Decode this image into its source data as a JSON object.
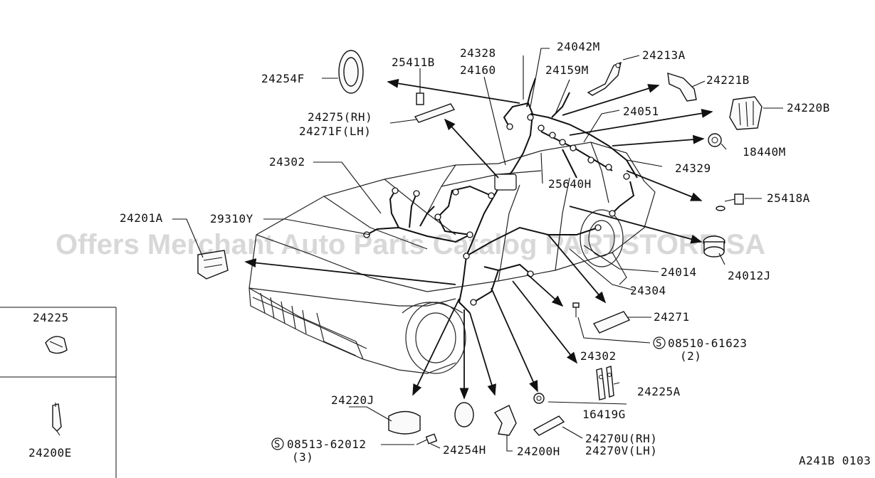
{
  "watermark": "Offers Merchant Auto Parts Catalog PARTSTORE.SA",
  "figure_code": "A241B 0103",
  "labels": {
    "p24254F": "24254F",
    "p25411B": "25411B",
    "p24328": "24328",
    "p24160": "24160",
    "p24042M": "24042M",
    "p24213A": "24213A",
    "p24159M": "24159M",
    "p24221B": "24221B",
    "p24220B": "24220B",
    "p24275RH": "24275(RH)",
    "p24271FLH": "24271F(LH)",
    "p24051": "24051",
    "p18440M": "18440M",
    "p24302a": "24302",
    "p24329": "24329",
    "p25640H": "25640H",
    "p25418A": "25418A",
    "p24201A": "24201A",
    "p29310Y": "29310Y",
    "p24012J": "24012J",
    "p24014": "24014",
    "p24304": "24304",
    "p24271": "24271",
    "p08510": "08510-61623",
    "p08510qty": "(2)",
    "p24302b": "24302",
    "p24225A": "24225A",
    "p16419G": "16419G",
    "p24220J": "24220J",
    "p08513": "08513-62012",
    "p08513qty": "(3)",
    "p24254H": "24254H",
    "p24200H": "24200H",
    "p24270URH": "24270U(RH)",
    "p24270VLH": "24270V(LH)",
    "inset_top": "24225",
    "inset_bottom": "24200E",
    "s_mark": "S"
  }
}
